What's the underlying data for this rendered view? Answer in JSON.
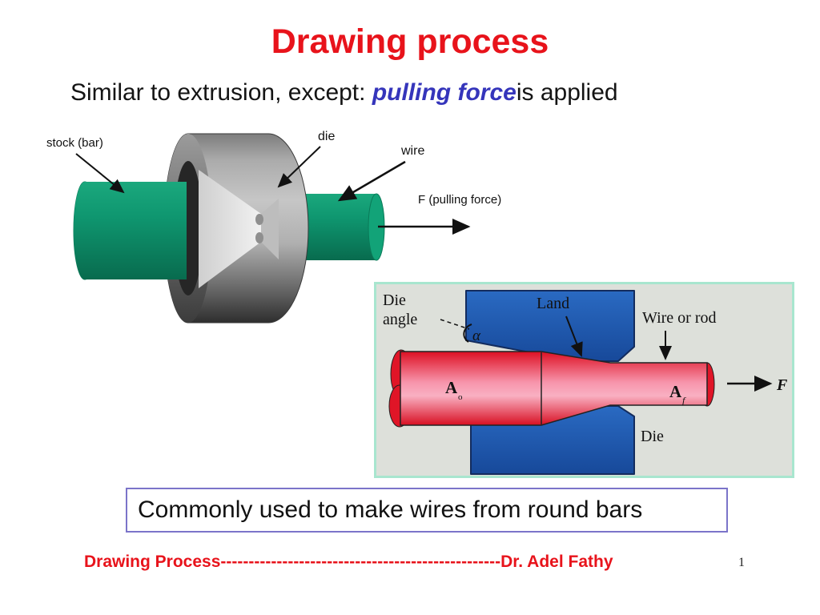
{
  "slide": {
    "title": "Drawing process",
    "subtitle": {
      "prefix": "Similar to extrusion, except: ",
      "highlight": "pulling force",
      "suffix": "is applied"
    },
    "caption": "Commonly used to make wires from round bars",
    "footer": {
      "left": "Drawing Process",
      "dashes": "--------------------------------------------------",
      "right": "Dr. Adel Fathy"
    },
    "page_number": "1"
  },
  "diagram_3d": {
    "labels": {
      "stock": "stock (bar)",
      "die": "die",
      "wire": "wire",
      "force": "F (pulling force)"
    }
  },
  "diagram_section": {
    "labels": {
      "die_angle_line1": "Die",
      "die_angle_line2": "angle",
      "alpha": "α",
      "land": "Land",
      "wire_or_rod": "Wire or rod",
      "area_initial_base": "A",
      "area_initial_sub": "o",
      "area_final_base": "A",
      "area_final_sub": "f",
      "force": "F",
      "die": "Die"
    }
  },
  "colors": {
    "title_red": "#e8131b",
    "highlight_blue": "#3535bb",
    "footer_red": "#e8131b",
    "caption_border": "#7b74c9",
    "stock_green": "#0f9770",
    "die_gray": "#9a9a9a",
    "section_die_blue": "#1f5cb0",
    "rod_red": "#e01527",
    "panel_bg": "#dde0da",
    "panel_border": "#a8e6cf"
  }
}
